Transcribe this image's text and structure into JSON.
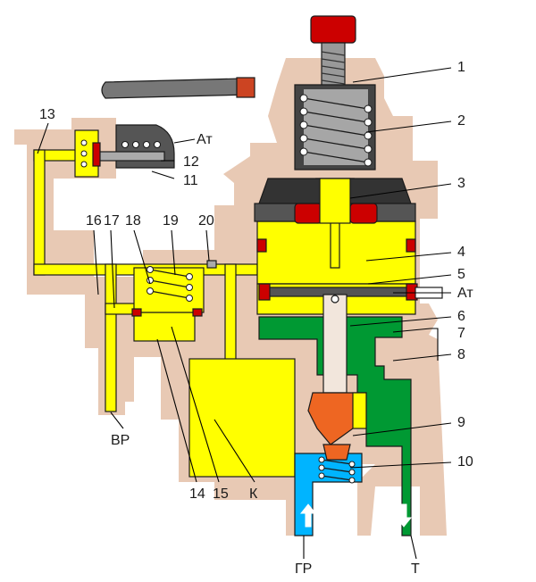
{
  "colors": {
    "housing": "#e8c9b4",
    "air": "#ffff00",
    "oil_pressure": "#00b4ff",
    "oil_drain": "#009933",
    "seal": "#d40000",
    "metal_dark": "#333333",
    "metal_light": "#b0b0b0",
    "handle": "#777777"
  },
  "icons": {
    "inlet_arrow": "arrow-up-icon",
    "outlet_arrow": "arrow-down-icon"
  },
  "labels": {
    "n1": "1",
    "n2": "2",
    "n3": "3",
    "n4": "4",
    "n5": "5",
    "n6": "6",
    "n7": "7",
    "n8": "8",
    "n9": "9",
    "n10": "10",
    "n11": "11",
    "n12": "12",
    "n13": "13",
    "n14": "14",
    "n15": "15",
    "n16": "16",
    "n17": "17",
    "n18": "18",
    "n19": "19",
    "n20": "20",
    "at_top": "Ат",
    "at_side": "Ат",
    "vr": "ВР",
    "k": "К",
    "gr": "ГР",
    "t": "Т"
  }
}
